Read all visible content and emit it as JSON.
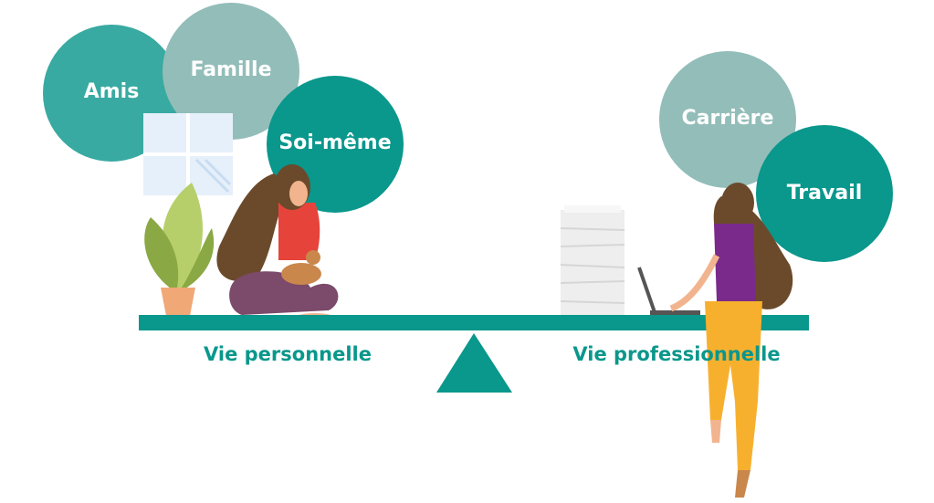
{
  "bubbles": {
    "amis": "Amis",
    "famille": "Famille",
    "soi_meme": "Soi-même",
    "carriere": "Carrière",
    "travail": "Travail"
  },
  "labels": {
    "personal": "Vie personnelle",
    "professional": "Vie professionnelle"
  },
  "colors": {
    "teal_dark": "#0a978c",
    "teal_mid": "#38aaa1",
    "teal_light": "#93bdb9"
  }
}
